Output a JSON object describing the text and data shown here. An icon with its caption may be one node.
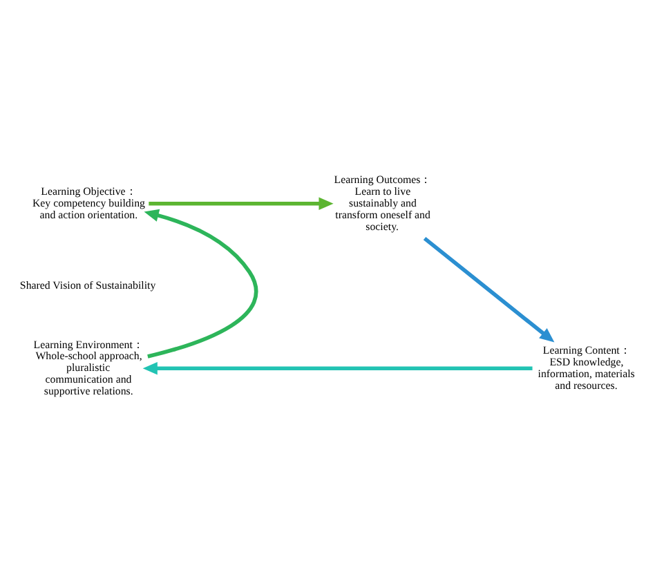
{
  "diagram": {
    "nodes": [
      {
        "text": [
          "Learning Objective：",
          "Key competency building and action orientation."
        ]
      },
      {
        "text": [
          "Learning Outcomes：",
          "Learn to live sustainably and transform oneself and society."
        ]
      },
      {
        "text": [
          "Learning Content：",
          "ESD knowledge, information, materials and resources."
        ]
      },
      {
        "text": [
          "Learning Environment：",
          "Whole-school approach, pluralistic communication and supportive relations."
        ]
      }
    ],
    "edges": [
      {
        "from": 0,
        "to": 1,
        "arrow": "to",
        "color": "#5cb531"
      },
      {
        "from": 1,
        "to": 2,
        "arrow": "to",
        "color": "#2b8fd1"
      },
      {
        "from": 2,
        "to": 3,
        "arrow": "to",
        "color": "#22c3b3"
      },
      {
        "from": 3,
        "to": 0,
        "arrow": "to",
        "color": "#2db55a"
      }
    ],
    "labels": [
      "Shared Vision of Sustainability"
    ]
  }
}
